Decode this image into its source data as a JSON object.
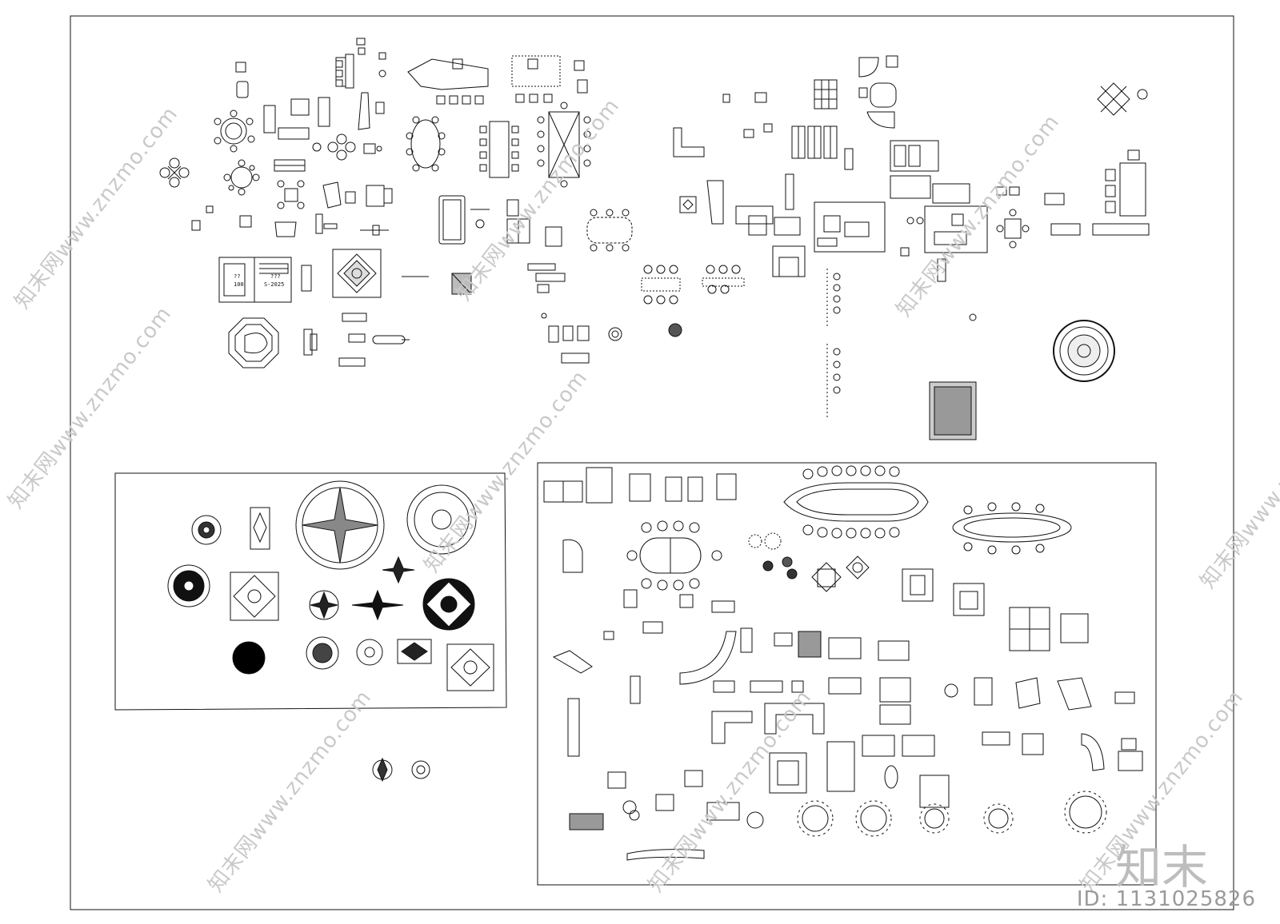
{
  "drawing": {
    "labels": {
      "l1": "??",
      "l2": "100",
      "l3": "???",
      "l4": "S-2025"
    }
  },
  "watermarks": {
    "text": "知末网www.znzmo.com"
  },
  "brand": {
    "logo_text": "知末",
    "id_label": "ID: 1131025826"
  }
}
